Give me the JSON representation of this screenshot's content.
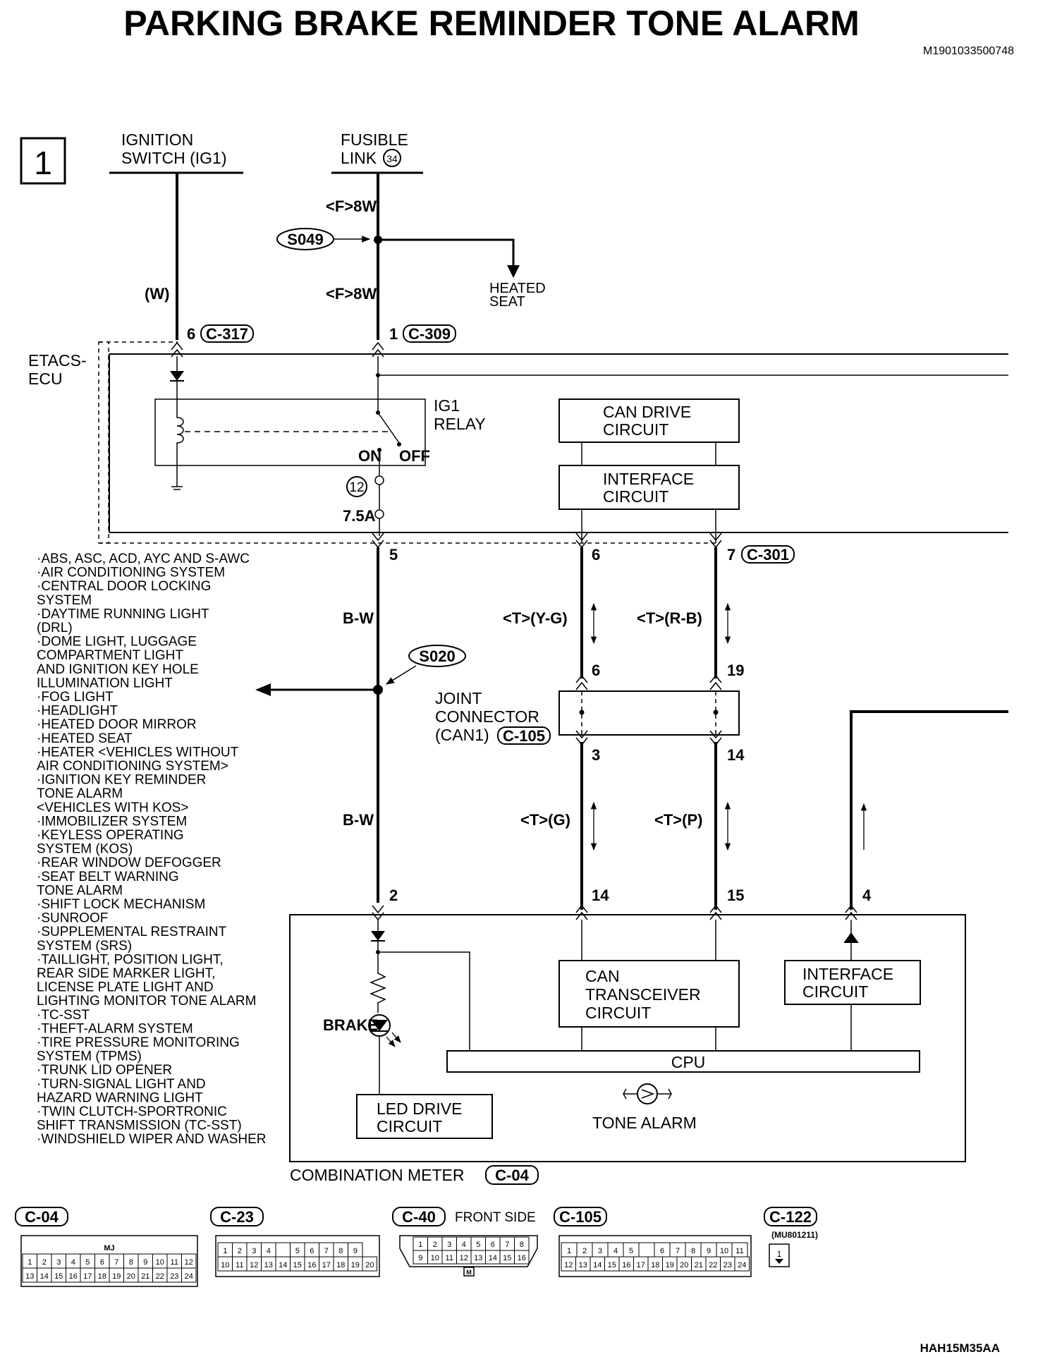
{
  "title": "PARKING BRAKE REMINDER TONE ALARM",
  "doc_id": "M1901033500748",
  "page_number": "1",
  "figure_code": "HAH15M35AA",
  "sources": {
    "ignition_switch": [
      "IGNITION",
      "SWITCH (IG1)"
    ],
    "fusible_link": [
      "FUSIBLE",
      "LINK"
    ],
    "fusible_link_num": "34"
  },
  "wires": {
    "f8w_upper": "<F>8W",
    "f8w_lower": "<F>8W",
    "w": "(W)",
    "bw_upper": "B-W",
    "bw_lower": "B-W",
    "t_yg": "<T>(Y-G)",
    "t_rb": "<T>(R-B)",
    "t_g": "<T>(G)",
    "t_p": "<T>(P)"
  },
  "splices": {
    "s049": "S049",
    "s020": "S020"
  },
  "heated_seat": [
    "HEATED",
    "SEAT"
  ],
  "etacs": {
    "label": [
      "ETACS-",
      "ECU"
    ],
    "ig1_relay": [
      "IG1",
      "RELAY"
    ],
    "on": "ON",
    "off": "OFF",
    "fuse_num": "12",
    "fuse_amp": "7.5A",
    "can_drive": [
      "CAN DRIVE",
      "CIRCUIT"
    ],
    "interface": [
      "INTERFACE",
      "CIRCUIT"
    ]
  },
  "pins": {
    "p6": "6",
    "c317": "C-317",
    "p1": "1",
    "c309": "C-309",
    "p5": "5",
    "p6b": "6",
    "p7": "7",
    "c301": "C-301",
    "j6": "6",
    "j19": "19",
    "j3": "3",
    "j14": "14",
    "m2": "2",
    "m14": "14",
    "m15": "15",
    "m4": "4"
  },
  "joint_connector": [
    "JOINT",
    "CONNECTOR",
    "(CAN1)"
  ],
  "joint_connector_id": "C-105",
  "systems_list": [
    "·ABS, ASC, ACD, AYC AND S-AWC",
    "·AIR CONDITIONING SYSTEM",
    "·CENTRAL DOOR LOCKING",
    " SYSTEM",
    "·DAYTIME RUNNING LIGHT",
    " (DRL)",
    "·DOME LIGHT, LUGGAGE",
    " COMPARTMENT LIGHT",
    " AND IGNITION KEY HOLE",
    " ILLUMINATION LIGHT",
    "·FOG LIGHT",
    "·HEADLIGHT",
    "·HEATED DOOR MIRROR",
    "·HEATED SEAT",
    "·HEATER <VEHICLES WITHOUT",
    " AIR CONDITIONING SYSTEM>",
    "·IGNITION KEY REMINDER",
    " TONE ALARM",
    " <VEHICLES WITH KOS>",
    "·IMMOBILIZER SYSTEM",
    "·KEYLESS OPERATING",
    " SYSTEM (KOS)",
    "·REAR WINDOW DEFOGGER",
    "·SEAT BELT WARNING",
    " TONE ALARM",
    "·SHIFT LOCK MECHANISM",
    "·SUNROOF",
    "·SUPPLEMENTAL RESTRAINT",
    " SYSTEM (SRS)",
    "·TAILLIGHT, POSITION LIGHT,",
    " REAR SIDE MARKER LIGHT,",
    " LICENSE PLATE LIGHT AND",
    " LIGHTING MONITOR TONE ALARM",
    "·TC-SST",
    "·THEFT-ALARM SYSTEM",
    "·TIRE PRESSURE MONITORING",
    " SYSTEM (TPMS)",
    "·TRUNK LID OPENER",
    "·TURN-SIGNAL LIGHT AND",
    " HAZARD WARNING LIGHT",
    "·TWIN CLUTCH-SPORTRONIC",
    " SHIFT TRANSMISSION (TC-SST)",
    "·WINDSHIELD WIPER AND WASHER"
  ],
  "meter": {
    "brake": "BRAKE",
    "can_transceiver": [
      "CAN",
      "TRANSCEIVER",
      "CIRCUIT"
    ],
    "interface": [
      "INTERFACE",
      "CIRCUIT"
    ],
    "cpu": "CPU",
    "led_drive": [
      "LED DRIVE",
      "CIRCUIT"
    ],
    "tone_alarm": "TONE ALARM",
    "label": "COMBINATION METER",
    "label_id": "C-04"
  },
  "connectors": {
    "c04": "C-04",
    "c04_mark": "MJ",
    "c04_row1": [
      "1",
      "2",
      "3",
      "4",
      "5",
      "6",
      "7",
      "8",
      "9",
      "10",
      "11",
      "12"
    ],
    "c04_row2": [
      "13",
      "14",
      "15",
      "16",
      "17",
      "18",
      "19",
      "20",
      "21",
      "22",
      "23",
      "24"
    ],
    "c23": "C-23",
    "c23_row1": [
      "1",
      "2",
      "3",
      "4",
      "",
      "5",
      "6",
      "7",
      "8",
      "9"
    ],
    "c23_row2": [
      "10",
      "11",
      "12",
      "13",
      "14",
      "15",
      "16",
      "17",
      "18",
      "19",
      "20"
    ],
    "c40": "C-40",
    "c40_side": "FRONT SIDE",
    "c40_row1": [
      "1",
      "2",
      "3",
      "4",
      "5",
      "6",
      "7",
      "8"
    ],
    "c40_row2": [
      "9",
      "10",
      "11",
      "12",
      "13",
      "14",
      "15",
      "16"
    ],
    "c40_mark": "M",
    "c105": "C-105",
    "c105_row1": [
      "1",
      "2",
      "3",
      "4",
      "5",
      "",
      "6",
      "7",
      "8",
      "9",
      "10",
      "11"
    ],
    "c105_row2": [
      "12",
      "13",
      "14",
      "15",
      "16",
      "17",
      "18",
      "19",
      "20",
      "21",
      "22",
      "23",
      "24"
    ],
    "c122": "C-122",
    "c122_part": "(MU801211)",
    "c122_pin": "1"
  }
}
